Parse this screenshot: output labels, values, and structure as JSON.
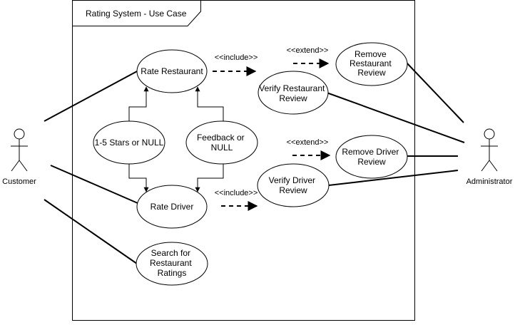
{
  "system": {
    "title": "Rating System - Use Case"
  },
  "actors": {
    "customer": "Customer",
    "administrator": "Administrator"
  },
  "use_cases": {
    "rate_restaurant": [
      "Rate Restaurant"
    ],
    "rate_driver": [
      "Rate Driver"
    ],
    "search_ratings": [
      "Search for",
      "Restaurant",
      "Ratings"
    ],
    "stars": [
      "1-5 Stars or NULL"
    ],
    "feedback": [
      "Feedback or",
      "NULL"
    ],
    "verify_restaurant_review": [
      "Verify Restaurant",
      "Review"
    ],
    "verify_driver_review": [
      "Verify Driver",
      "Review"
    ],
    "remove_restaurant_review": [
      "Remove",
      "Restaurant",
      "Review"
    ],
    "remove_driver_review": [
      "Remove Driver",
      "Review"
    ]
  },
  "relations": {
    "include_restaurant": "<<include>>",
    "include_driver": "<<include>>",
    "extend_restaurant": "<<extend>>",
    "extend_driver": "<<extend>>"
  }
}
